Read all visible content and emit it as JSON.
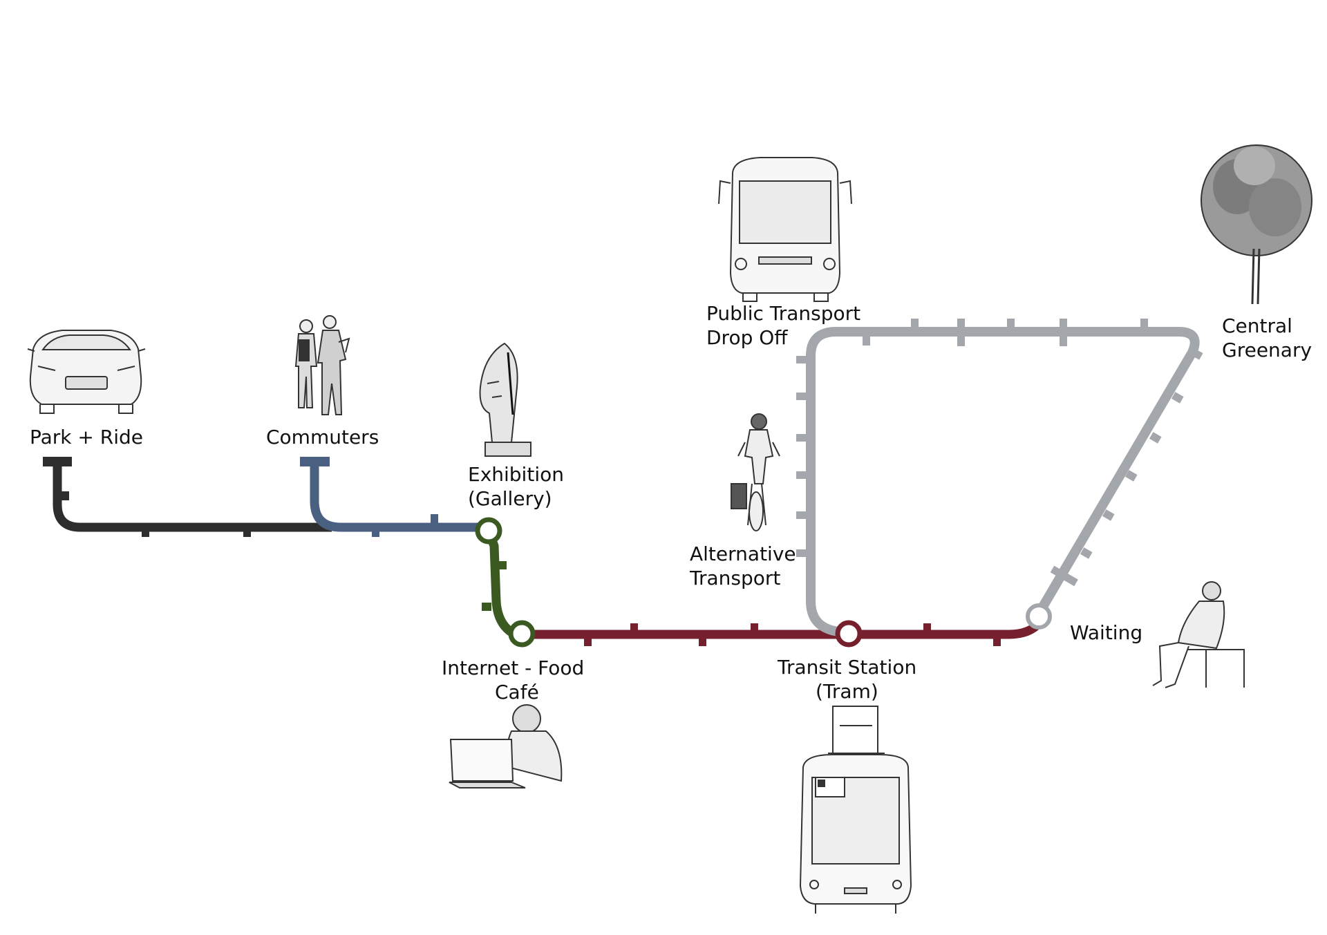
{
  "labels": {
    "park_ride": "Park + Ride",
    "commuters": "Commuters",
    "exhibition_line1": "Exhibition",
    "exhibition_line2": "(Gallery)",
    "internet_line1": "Internet - Food",
    "internet_line2": "Café",
    "transit_line1": "Transit Station",
    "transit_line2": "(Tram)",
    "public_line1": "Public Transport",
    "public_line2": "Drop Off",
    "alt_line1": "Alternative",
    "alt_line2": "Transport",
    "central_line1": "Central",
    "central_line2": "Greenary",
    "waiting": "Waiting"
  },
  "colors": {
    "dark_line": "#2d2d2d",
    "blue_line": "#4a6080",
    "green_line": "#3b5a22",
    "maroon_line": "#76202e",
    "grey_line": "#a3a7ab"
  },
  "icons": [
    "car-icon",
    "commuters-icon",
    "sculpture-icon",
    "bus-icon",
    "cyclist-icon",
    "tree-icon",
    "laptop-woman-icon",
    "tram-icon",
    "seated-person-icon"
  ]
}
